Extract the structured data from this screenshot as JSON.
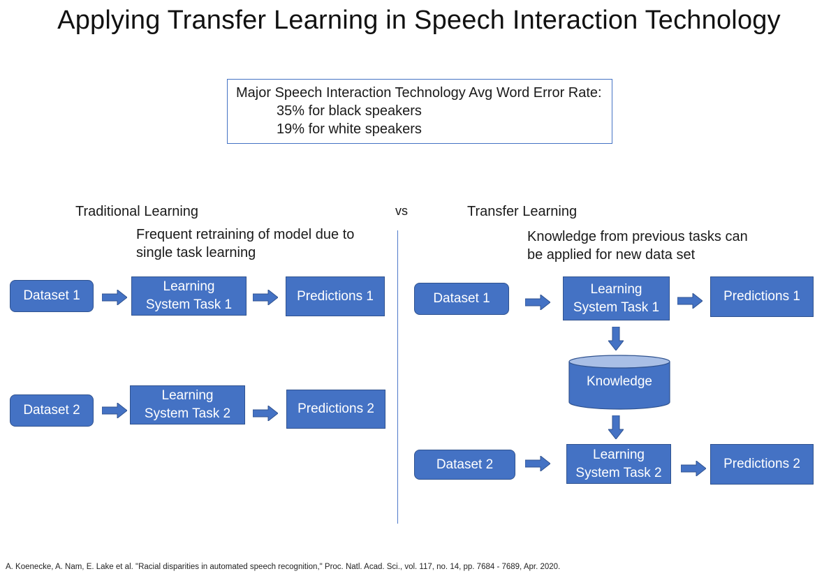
{
  "title": "Applying Transfer Learning in Speech Interaction Technology",
  "wer_box": {
    "heading": "Major Speech Interaction Technology Avg Word Error Rate:",
    "line1": "35% for black speakers",
    "line2": "19% for white speakers"
  },
  "vs_label": "vs",
  "traditional": {
    "label": "Traditional Learning",
    "note_line1": "Frequent retraining of model due to",
    "note_line2": "single task learning",
    "dataset1": "Dataset 1",
    "task1_line1": "Learning",
    "task1_line2": "System Task 1",
    "pred1": "Predictions 1",
    "dataset2": "Dataset 2",
    "task2_line1": "Learning",
    "task2_line2": "System Task 2",
    "pred2": "Predictions 2"
  },
  "transfer": {
    "label": "Transfer Learning",
    "note_line1": "Knowledge from previous tasks can",
    "note_line2": "be applied for new data set",
    "dataset1": "Dataset 1",
    "task1_line1": "Learning",
    "task1_line2": "System Task 1",
    "pred1": "Predictions 1",
    "knowledge": "Knowledge",
    "dataset2": "Dataset 2",
    "task2_line1": "Learning",
    "task2_line2": "System Task 2",
    "pred2": "Predictions 2"
  },
  "citation": "A. Koenecke, A. Nam, E. Lake et al. \"Racial disparities in automated speech recognition,\" Proc. Natl. Acad. Sci., vol. 117, no. 14, pp. 7684 - 7689, Apr. 2020.",
  "colors": {
    "box_fill": "#4472c4",
    "box_border": "#2f528f",
    "cylinder_top": "#a9bfe6",
    "divider": "#4f7ac9"
  },
  "icons": {
    "flow_arrow": "right-arrow-icon",
    "down_arrow": "down-arrow-icon",
    "knowledge_store": "database-cylinder-icon"
  }
}
